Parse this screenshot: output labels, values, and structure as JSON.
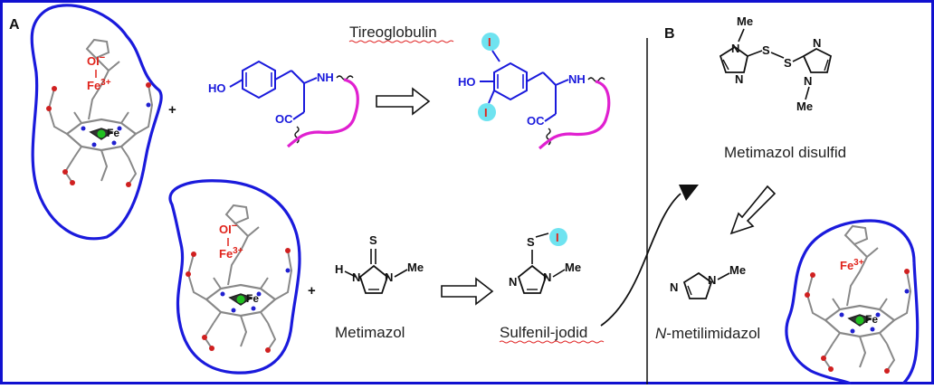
{
  "panels": {
    "a": {
      "letter": "A"
    },
    "b": {
      "letter": "B"
    }
  },
  "labels": {
    "tireoglobulin": "Tireoglobulin",
    "metimazol": "Metimazol",
    "sulfenil_jodid": "Sulfenil-jodid",
    "metimazol_disulfid": "Metimazol disulfid",
    "metilimidazol_prefix": "N",
    "metilimidazol_rest": "-metilimidazol"
  },
  "atoms": {
    "oi": "OI",
    "minus": "−",
    "fe3": "Fe",
    "charge3": "3+",
    "fe": "Fe",
    "plus": "+",
    "ho": "HO",
    "oc": "OC",
    "nh": "NH",
    "i": "I",
    "n": "N",
    "s": "S",
    "h": "H",
    "me": "Me"
  },
  "colors": {
    "frame": "#1010d0",
    "protein_chain": "#1a1adc",
    "peptide": "#e020d0",
    "iodine_halo": "#6fe3f0",
    "iodine": "#e0241c",
    "heme_bond": "#888888",
    "heme_o": "#d02020",
    "heme_metal": "#20c020"
  }
}
